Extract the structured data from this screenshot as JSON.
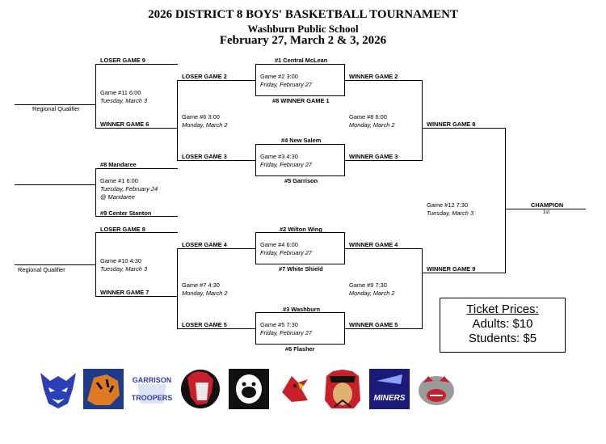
{
  "header": {
    "title": "2026 DISTRICT 8 BOYS' BASKETBALL TOURNAMENT",
    "school": "Washburn Public School",
    "dates": "February 27, March 2 & 3, 2026"
  },
  "labels": {
    "loser9": "LOSER GAME 9",
    "loser2": "LOSER GAME 2",
    "seed1": "#1  Central McLean",
    "winner2": "WINNER GAME 2",
    "g2": "Game #2      3:00",
    "g2d": "Friday, February 27",
    "g11": "Game #11     6:00",
    "g11d": "Tuesday, March 3",
    "seed8w1": "#8  WINNER GAME 1",
    "regional1": "Regional Qualifier",
    "winner6": "WINNER GAME 6",
    "g6": "Game #6      3:00",
    "g6d": "Monday, March 2",
    "g8": "Game #8      6:00",
    "g8d": "Monday, March 2",
    "winner8": "WINNER GAME 8",
    "seed4": "#4  New Salem",
    "loser3": "LOSER GAME 3",
    "g3": "Game #3      4:30",
    "g3d": "Friday, February 27",
    "winner3": "WINNER GAME 3",
    "seed8": "#8 Mandaree",
    "seed5": "#5 Garrison",
    "g1": "Game #1      6:00",
    "g1d": "Tuesday, February 24",
    "g1loc": "@ Mandaree",
    "seed9": "#9 Center Stanton",
    "g12": "Game #12     7:30",
    "g12d": "Tuesday, March 3",
    "champion": "CHAMPION",
    "first": "1st",
    "loser8": "LOSER GAME 8",
    "seed2": "#2  Wilton Wing",
    "loser4": "LOSER GAME 4",
    "g4": "Game #4      6:00",
    "g4d": "Friday, February 27",
    "winner4": "WINNER GAME 4",
    "g10": "Game #10     4:30",
    "g10d": "Tuesday, March 3",
    "regional2": "Regional Qualifier",
    "seed7": "#7  White Shield",
    "winner9": "WINNER GAME 9",
    "winner7": "WINNER GAME 7",
    "g7": "Game #7      4:30",
    "g7d": "Monday, March 2",
    "g9": "Game #9      7:30",
    "g9d": "Monday, March 2",
    "seed3": "#3  Washburn",
    "loser5": "LOSER GAME 5",
    "g5": "Game #5      7:30",
    "g5d": "Friday, February 27",
    "winner5": "WINNER GAME 5",
    "seed6": "#6  Flasher"
  },
  "tickets": {
    "title": "Ticket Prices:",
    "adults": "Adults:  $10",
    "students": "Students:  $5"
  },
  "logos": {
    "garrison_line1": "GARRISON",
    "garrison_line2": "TROOPERS",
    "miners": "MINERS",
    "colors": {
      "blue": "#2a3fb8",
      "orange": "#e07a20",
      "red": "#c8202a",
      "black": "#111111"
    }
  }
}
